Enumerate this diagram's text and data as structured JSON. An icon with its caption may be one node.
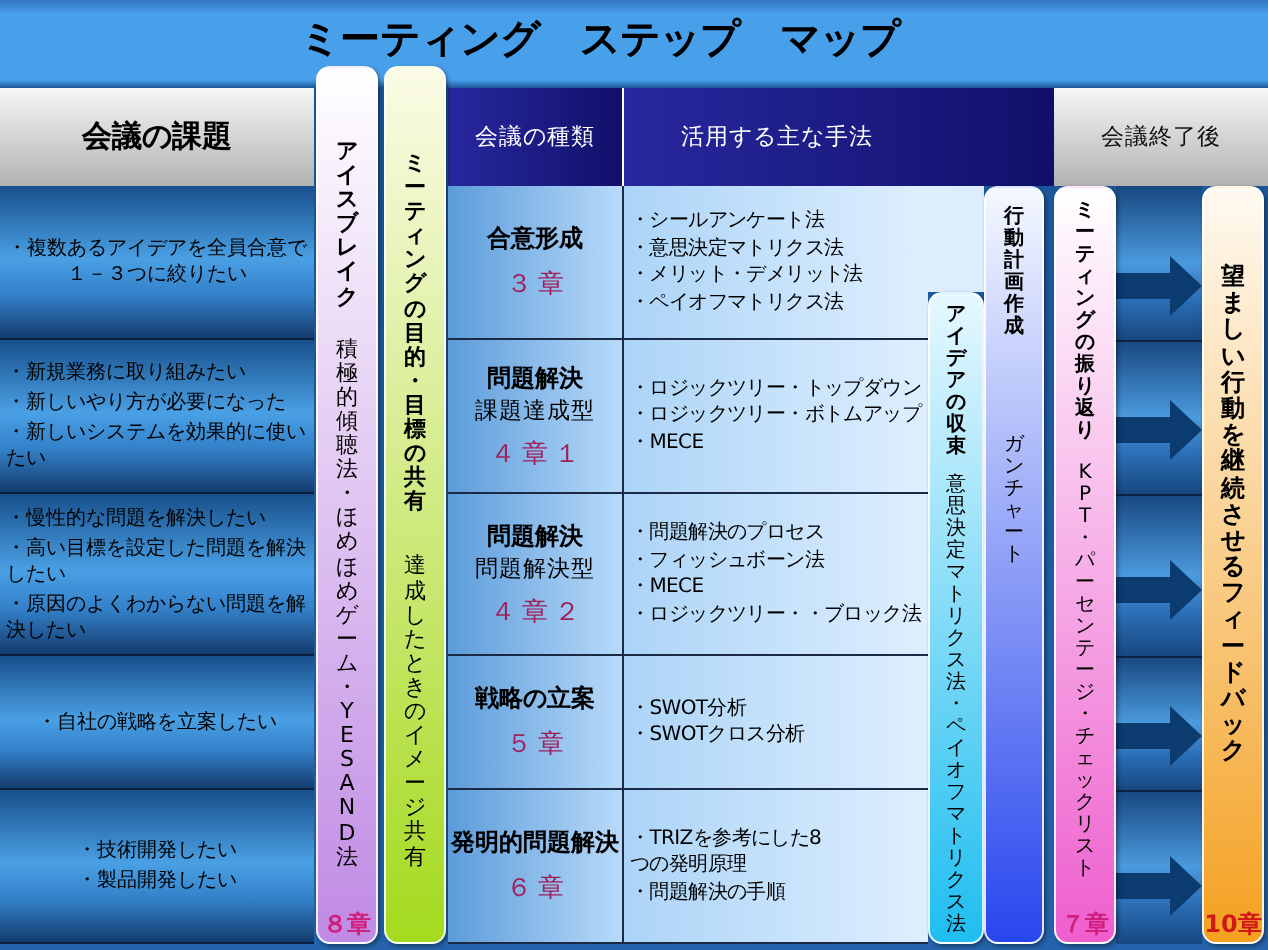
{
  "diagram": {
    "title": "ミーティング　ステップ　マップ",
    "nodes": [
      {
        "text": [
          "会議の課題"
        ]
      },
      {
        "text": [
          "会議の種類"
        ]
      },
      {
        "text": [
          "活用する主な手法"
        ]
      },
      {
        "text": [
          "会議終了後"
        ]
      },
      {
        "text": [
          "・複数あるアイデアを全員合意で１－３つに絞りたい"
        ]
      },
      {
        "text": [
          "・新規業務に取り組みたい",
          "・新しいやり方が必要になった",
          "・新しいシステムを効果的に使いたい"
        ]
      },
      {
        "text": [
          "・慢性的な問題を解決したい",
          "・高い目標を設定した問題を解決したい",
          "・原因のよくわからない問題を解決したい"
        ]
      },
      {
        "text": [
          "・自社の戦略を立案したい"
        ]
      },
      {
        "text": [
          "・技術開発したい",
          "・製品開発したい"
        ]
      },
      {
        "text": [
          "アイスブレイク",
          "積極的傾聴法・ほめほめゲーム・YES AND法",
          "８章"
        ]
      },
      {
        "text": [
          "ミーティングの目的・目標の共有",
          "達成したときのイメージ共有"
        ]
      },
      {
        "text": [
          "合意形成",
          "３章"
        ]
      },
      {
        "text": [
          "・シールアンケート法",
          "・意思決定マトリクス法",
          "・メリット・デメリット法",
          "・ペイオフマトリクス法"
        ]
      },
      {
        "text": [
          "問題解決",
          "課題達成型",
          "４章１"
        ]
      },
      {
        "text": [
          "・ロジックツリー・トップダウン",
          "・ロジックツリー・ボトムアップ",
          "・MECE"
        ]
      },
      {
        "text": [
          "問題解決",
          "問題解決型",
          "４章２"
        ]
      },
      {
        "text": [
          "・問題解決のプロセス",
          "・フィッシュボーン法",
          "・MECE",
          "・ロジックツリー・・ブロック法"
        ]
      },
      {
        "text": [
          "戦略の立案",
          "５章"
        ]
      },
      {
        "text": [
          "・SWOT分析",
          "・SWOTクロス分析"
        ]
      },
      {
        "text": [
          "発明的問題解決",
          "６章"
        ]
      },
      {
        "text": [
          "・TRIZを参考にした8つの発明原理",
          "・問題解決の手順"
        ]
      },
      {
        "text": [
          "アイデアの収束",
          "意思決定マトリクス法・ペイオフマトリクス法"
        ]
      },
      {
        "text": [
          "行動計画作成",
          "ガンチャート"
        ]
      },
      {
        "text": [
          "ミーティングの振り返り",
          "KPT・パーセンテージ・チェックリスト",
          "７章"
        ]
      },
      {
        "text": [
          "望ましい行動を継続させるフィードバック",
          "10章"
        ]
      }
    ],
    "edges": [
      {
        "from": 23,
        "to": 24,
        "arrow": "to"
      },
      {
        "from": 23,
        "to": 24,
        "arrow": "to"
      },
      {
        "from": 23,
        "to": 24,
        "arrow": "to"
      },
      {
        "from": 23,
        "to": 24,
        "arrow": "to"
      },
      {
        "from": 23,
        "to": 24,
        "arrow": "to"
      }
    ]
  }
}
